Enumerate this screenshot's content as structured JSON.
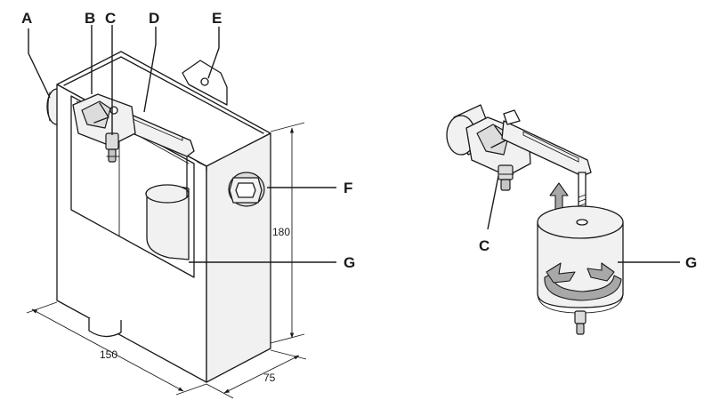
{
  "callouts": {
    "a": "A",
    "b": "B",
    "c": "C",
    "d": "D",
    "e": "E",
    "f": "F",
    "g": "G"
  },
  "dimensions": {
    "height": "180",
    "width": "150",
    "depth": "75"
  },
  "colors": {
    "line": "#1a1a1a",
    "arrow_fill": "#a8a8a8"
  }
}
